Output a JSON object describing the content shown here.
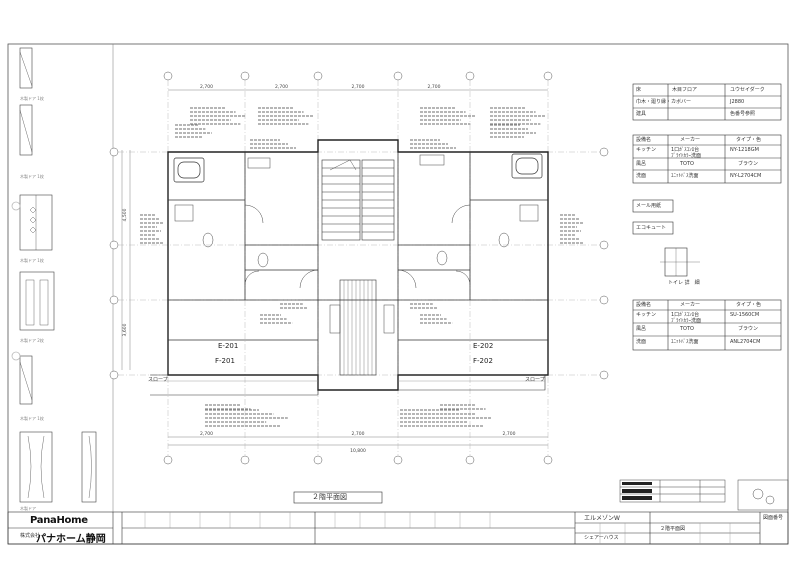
{
  "drawing": {
    "title": "２階平面図",
    "units_left": [
      "E-201",
      "F-201"
    ],
    "units_right": [
      "E-202",
      "F-202"
    ],
    "slope_label": "スロープ",
    "dim_top": [
      "2,700",
      "2,700",
      "2,700",
      "2,700"
    ],
    "dim_bottom": [
      "2,700",
      "2,700",
      "2,700"
    ],
    "dim_overall": "10,800",
    "dim_left_upper": "4,500",
    "dim_left_lower": "3,600"
  },
  "legend": {
    "floor_table": {
      "headers": [
        "床",
        "木目フロア",
        "ユウセイダーク"
      ],
      "row2": [
        "巾木・廻り縁・カボバー",
        "",
        "J2880"
      ],
      "row3": [
        "建具",
        "",
        "色番号参照"
      ]
    },
    "equipment_a": {
      "headers": [
        "設備名",
        "メーカー",
        "タイプ・色"
      ],
      "rows": [
        [
          "キッチン",
          "1口ｶﾞｽｺﾝﾛ台",
          "NY-1218GM"
        ],
        [
          "",
          "ﾌﾞﾗｲﾄｶﾗｰ洗面",
          ""
        ],
        [
          "風呂",
          "TOTO",
          "ブラウン"
        ],
        [
          "洗面",
          "ﾕﾆｯﾄﾊﾞｽ洗面",
          "NY-L2704CM"
        ]
      ]
    },
    "label_mail": "メール用紙",
    "label_ecocute": "エコキュート",
    "label_toilet": "トイレ 詳　細",
    "equipment_b": {
      "headers": [
        "設備名",
        "メーカー",
        "タイプ・色"
      ],
      "rows": [
        [
          "キッチン",
          "1口ｶﾞｽｺﾝﾛ台",
          "SU-1560CM"
        ],
        [
          "",
          "ﾌﾞﾗｲﾄｶﾗｰ洗面",
          ""
        ],
        [
          "風呂",
          "TOTO",
          "ブラウン"
        ],
        [
          "洗面",
          "ﾕﾆｯﾄﾊﾞｽ洗面",
          "ANL2704CM"
        ]
      ]
    }
  },
  "title_block": {
    "brand": "PanaHome",
    "company": "パナホーム静岡",
    "company_prefix": "株式会社",
    "project": "エルメゾンW",
    "drawing_name": "２階平面図",
    "note": "シェアーハウス",
    "sheet_label": "図面番号"
  },
  "colors": {
    "line": "#333333",
    "thin": "#555555",
    "faint": "#9a9a9a"
  }
}
